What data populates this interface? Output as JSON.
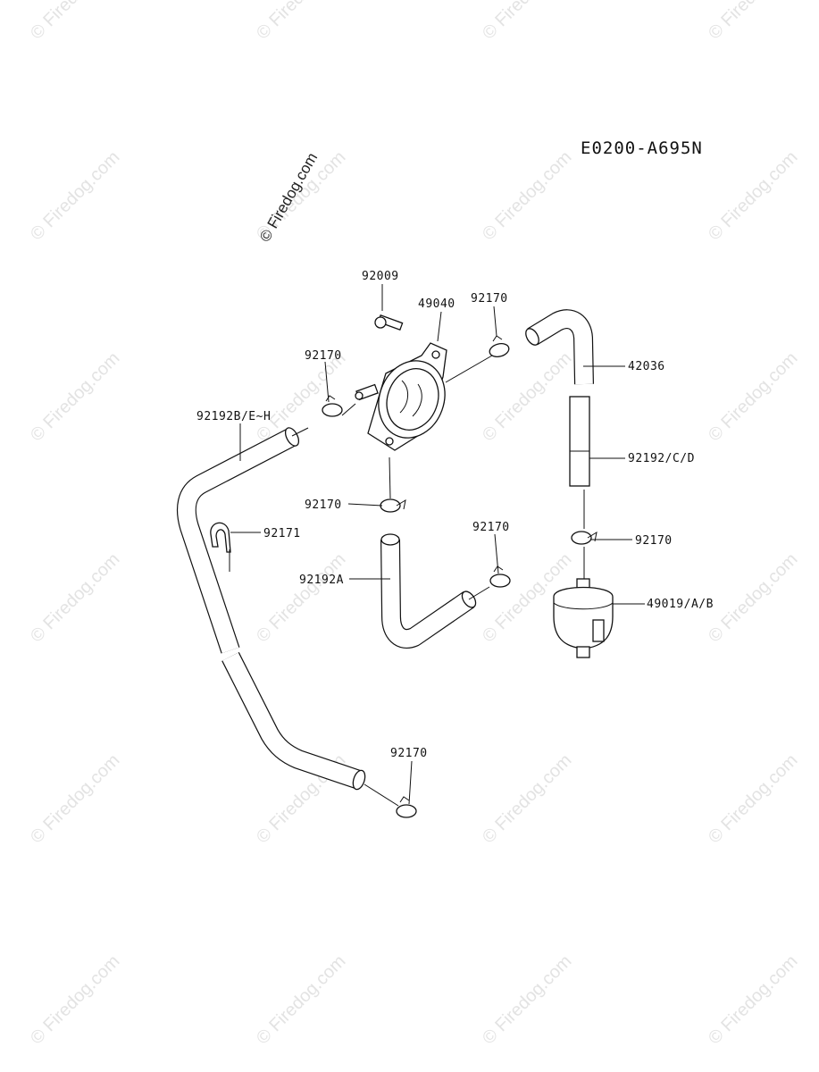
{
  "diagram": {
    "code": "E0200-A695N",
    "watermark": "© Firedog.com",
    "watermark_tile": "© Firedog.com",
    "part_labels": [
      "92009",
      "49040",
      "92170",
      "42036",
      "92170",
      "92192B/E~H",
      "92192/C/D",
      "92170",
      "92171",
      "92170",
      "92170",
      "92192A",
      "49019/A/B",
      "92170"
    ]
  }
}
